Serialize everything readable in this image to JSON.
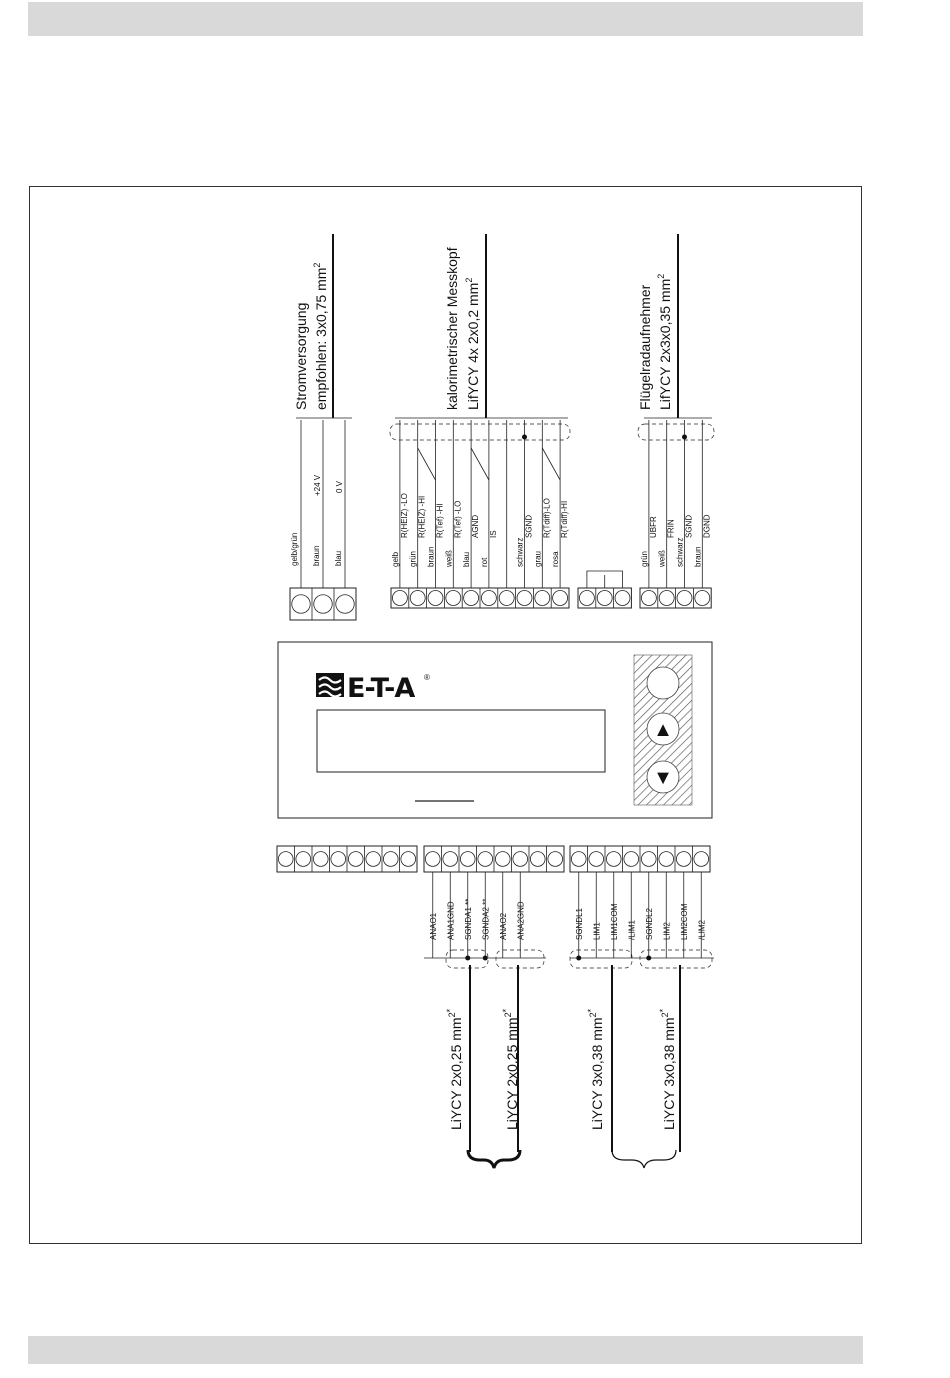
{
  "logo": {
    "text": "E-T-A",
    "registered": "®"
  },
  "top_cables": {
    "power": {
      "title": "Stromversorgung",
      "spec": "empfohlen: 3x0,75 mm",
      "sup": "2",
      "colors": [
        "gelb/grün",
        "braun",
        "blau"
      ],
      "signals": [
        "",
        "+24 V",
        "0 V"
      ]
    },
    "calorimetric": {
      "title": "kalorimetrischer Messkopf",
      "spec": "LifYCY 4x 2x0,2 mm",
      "sup": "2",
      "colors": [
        "gelb",
        "grün",
        "braun",
        "weiß",
        "blau",
        "rot",
        "",
        "schwarz",
        "grau",
        "rosa"
      ],
      "signals": [
        "R(HEIZ) -LO",
        "R(HEIZ) -HI",
        "R(Tef) -HI",
        "R(Tef) -LO",
        "AGND",
        "IS",
        "",
        "SGND",
        "R(Tdiff)-LO",
        "R(Tdiff)-HI"
      ]
    },
    "impeller": {
      "title": "Flügelradaufnehmer",
      "spec": "LifYCY 2x3x0,35 mm",
      "sup": "2",
      "colors": [
        "grün",
        "weiß",
        "schwarz",
        "braun"
      ],
      "signals": [
        "UBFR",
        "FRIN",
        "SGND",
        "DGND"
      ]
    }
  },
  "bottom_terminals": {
    "analog": [
      "ANAO1",
      "ANA1GND",
      "SGNDA1 **",
      "SGNDA2 **",
      "ANAO2",
      "ANA2GND"
    ],
    "limits": [
      "SGNDL1",
      "LIM1",
      "LIM1COM",
      "/LIM1",
      "SGNDL2",
      "LIM2",
      "LIM2COM",
      "/LIM2"
    ]
  },
  "bottom_cables": [
    {
      "spec": "LiYCY 2x0,25 mm",
      "sup": "2",
      "star": "*"
    },
    {
      "spec": "LiYCY 2x0,25 mm",
      "sup": "2",
      "star": "*"
    },
    {
      "spec": "LiYCY 3x0,38 mm",
      "sup": "2",
      "star": "*"
    },
    {
      "spec": "LiYCY 3x0,38 mm",
      "sup": "2",
      "star": "*"
    }
  ],
  "buttons": {
    "up": "▲",
    "down": "▼"
  },
  "colors": {
    "stroke": "#222222",
    "band": "#d9d9d9",
    "hatch": "#555555"
  }
}
